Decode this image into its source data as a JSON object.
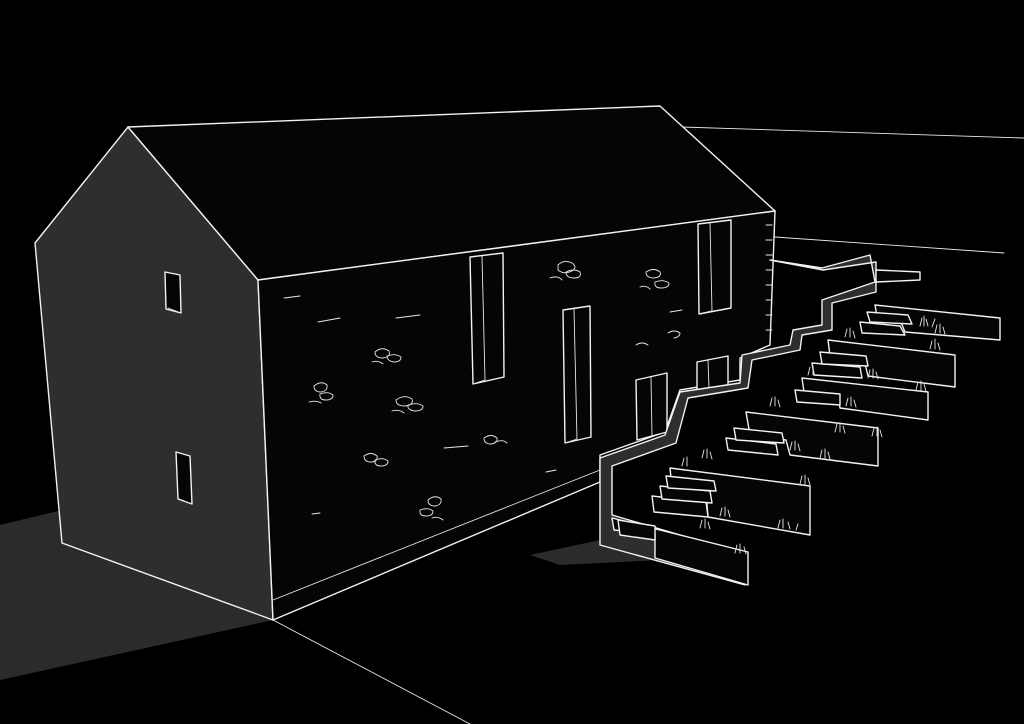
{
  "scene": {
    "subject": "stone-barn-with-terraced-garden",
    "style": "white line drawing on black background",
    "colors": {
      "background": "#000000",
      "line": "#f2f2f2",
      "wall_grey": "#2e2e2e",
      "shadow_grey": "#2b2b2b"
    },
    "elements": {
      "gable_windows": 2,
      "facade_window_slots": 4,
      "doors": 2,
      "terraces": 6,
      "step_flights": 6
    }
  }
}
